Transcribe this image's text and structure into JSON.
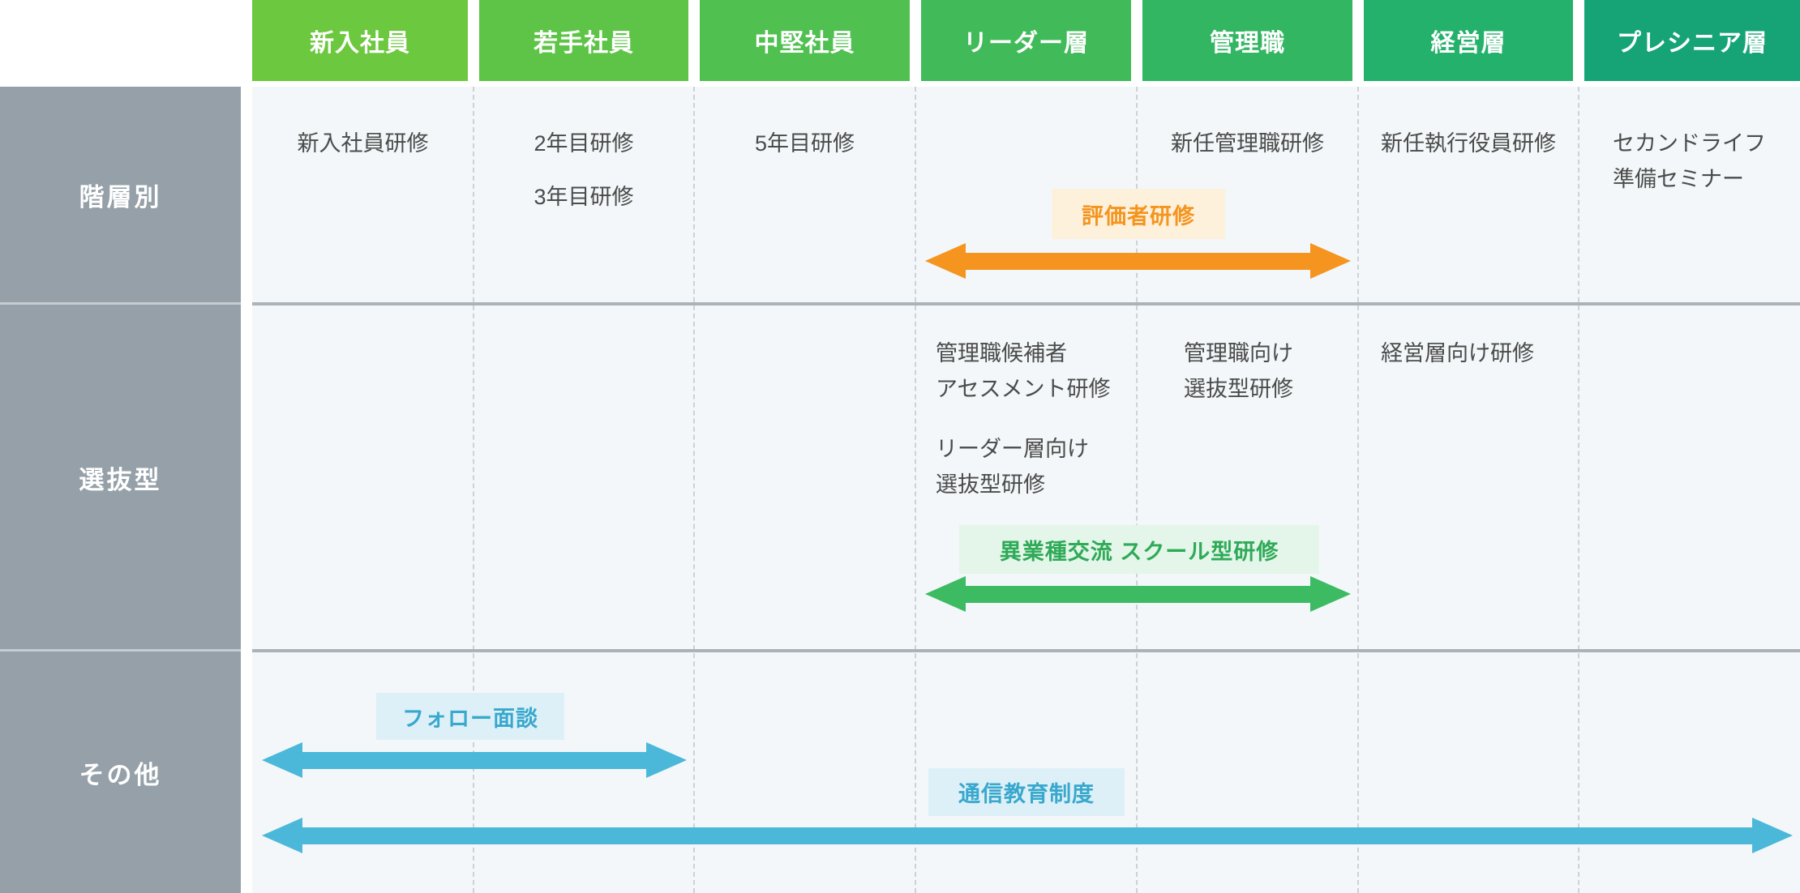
{
  "columns": [
    {
      "label": "新入社員",
      "color": "#6cc83e"
    },
    {
      "label": "若手社員",
      "color": "#5ec447"
    },
    {
      "label": "中堅社員",
      "color": "#50c050"
    },
    {
      "label": "リーダー層",
      "color": "#41bb59"
    },
    {
      "label": "管理職",
      "color": "#33b662"
    },
    {
      "label": "経営層",
      "color": "#24b16b"
    },
    {
      "label": "プレシニア層",
      "color": "#16a476"
    }
  ],
  "row_labels": [
    {
      "id": "hierarchy",
      "label": "階層別"
    },
    {
      "id": "selective",
      "label": "選抜型"
    },
    {
      "id": "other",
      "label": "その他"
    }
  ],
  "programs": [
    {
      "id": "new-employee-training",
      "row": "hierarchy",
      "col": 0,
      "align": "center",
      "slot": 0,
      "lines": [
        "新入社員研修"
      ]
    },
    {
      "id": "second-year-training",
      "row": "hierarchy",
      "col": 1,
      "align": "center",
      "slot": 0,
      "lines": [
        "2年目研修"
      ]
    },
    {
      "id": "third-year-training",
      "row": "hierarchy",
      "col": 1,
      "align": "center",
      "slot": 1,
      "lines": [
        "3年目研修"
      ]
    },
    {
      "id": "fifth-year-training",
      "row": "hierarchy",
      "col": 2,
      "align": "center",
      "slot": 0,
      "lines": [
        "5年目研修"
      ]
    },
    {
      "id": "new-manager-training",
      "row": "hierarchy",
      "col": 4,
      "align": "center",
      "slot": 0,
      "lines": [
        "新任管理職研修"
      ]
    },
    {
      "id": "new-executive-training",
      "row": "hierarchy",
      "col": 5,
      "align": "center",
      "slot": 0,
      "lines": [
        "新任執行役員研修"
      ]
    },
    {
      "id": "second-life-seminar",
      "row": "hierarchy",
      "col": 6,
      "align": "left",
      "indent": 42,
      "slot": 0,
      "lines": [
        "セカンドライフ",
        "準備セミナー"
      ]
    },
    {
      "id": "manager-candidate-assessment",
      "row": "selective",
      "col": 3,
      "align": "left",
      "indent": 25,
      "slot": 0,
      "lines": [
        "管理職候補者",
        "アセスメント研修"
      ]
    },
    {
      "id": "leader-selective-training",
      "row": "selective",
      "col": 3,
      "align": "left",
      "indent": 25,
      "slot": 1,
      "lines": [
        "リーダー層向け",
        "選抜型研修"
      ]
    },
    {
      "id": "manager-selective-training",
      "row": "selective",
      "col": 4,
      "align": "left",
      "indent": 58,
      "slot": 0,
      "lines": [
        "管理職向け",
        "選抜型研修"
      ]
    },
    {
      "id": "executive-training",
      "row": "selective",
      "col": 5,
      "align": "left",
      "indent": 28,
      "slot": 0,
      "lines": [
        "経営層向け研修"
      ]
    }
  ],
  "annotations": [
    {
      "id": "evaluator-training",
      "label": "評価者研修",
      "text_color": "#f5941e",
      "bg_color": "#fdf1dc",
      "arrow_color": "#f5941e",
      "from_col": 3,
      "to_col": 4
    },
    {
      "id": "cross-industry-school",
      "label": "異業種交流 スクール型研修",
      "text_color": "#2faa58",
      "bg_color": "#e4f6e9",
      "arrow_color": "#3cbb62",
      "from_col": 3,
      "to_col": 4
    },
    {
      "id": "follow-up-interview",
      "label": "フォロー面談",
      "text_color": "#38a8cd",
      "bg_color": "#def0f7",
      "arrow_color": "#4bb8da",
      "from_col": 0,
      "to_col": 1
    },
    {
      "id": "correspondence-education",
      "label": "通信教育制度",
      "text_color": "#38a8cd",
      "bg_color": "#def0f7",
      "arrow_color": "#4bb8da",
      "from_col": 0,
      "to_col": 6
    }
  ],
  "colors": {
    "sidebar_bg": "#95a0a8",
    "cell_bg": "#f3f7f9",
    "row_divider": "#aab3b9",
    "sidebar_divider": "#c6ccd1",
    "column_dash": "#ccd2d7",
    "cell_text": "#4b4b4b",
    "header_text": "#ffffff"
  }
}
